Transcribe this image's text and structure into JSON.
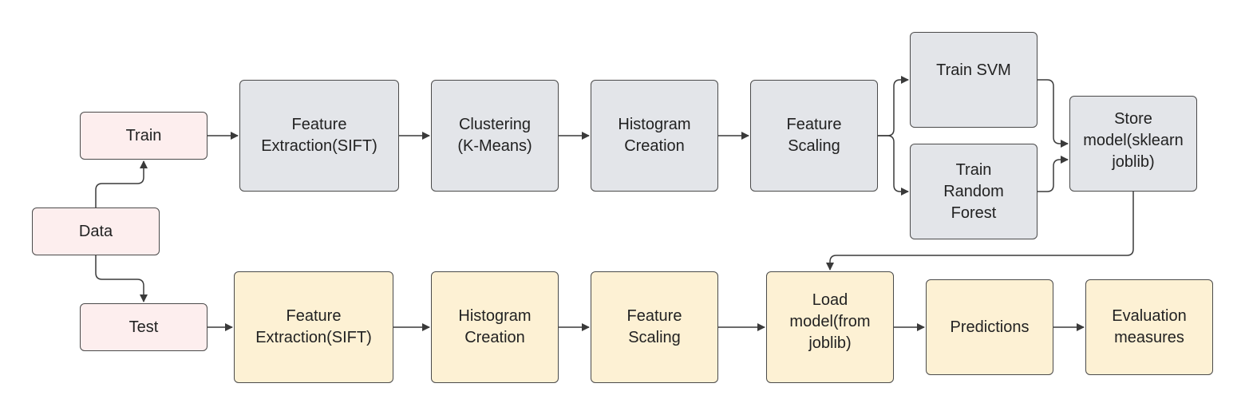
{
  "colors": {
    "pink": "#fdeeee",
    "gray": "#e3e5e9",
    "yellow": "#fdf1d4",
    "line": "#3a3a3a"
  },
  "nodes": {
    "train": "Train",
    "data": "Data",
    "test": "Test",
    "feat_ext_train": "Feature\nExtraction(SIFT)",
    "clustering": "Clustering\n(K-Means)",
    "hist_train": "Histogram\nCreation",
    "scaling_train": "Feature\nScaling",
    "train_svm": "Train SVM",
    "train_rf": "Train\nRandom\nForest",
    "store_model": "Store\nmodel(sklearn\njoblib)",
    "feat_ext_test": "Feature\nExtraction(SIFT)",
    "hist_test": "Histogram\nCreation",
    "scaling_test": "Feature\nScaling",
    "load_model": "Load\nmodel(from\njoblib)",
    "predictions": "Predictions",
    "evaluation": "Evaluation\nmeasures"
  }
}
